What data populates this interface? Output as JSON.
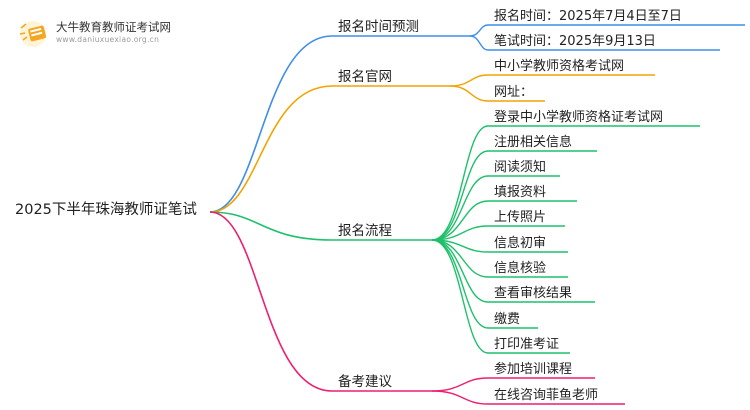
{
  "logo": {
    "title": "大牛教育教师证考试网",
    "url": "www.daniuxuexiao.org.cn",
    "icon": "book-icon"
  },
  "root": {
    "label": "2025下半年珠海教师证笔试"
  },
  "branches": [
    {
      "id": "branch-registration-time",
      "label": "报名时间预测",
      "color": "#3f8ee8",
      "children": [
        "报名时间：2025年7月4日至7日",
        "笔试时间：2025年9月13日"
      ]
    },
    {
      "id": "branch-official-site",
      "label": "报名官网",
      "color": "#f2a300",
      "children": [
        "中小学教师资格考试网",
        "网址："
      ]
    },
    {
      "id": "branch-process",
      "label": "报名流程",
      "color": "#1fc06b",
      "children": [
        "登录中小学教师资格证考试网",
        "注册相关信息",
        "阅读须知",
        "填报资料",
        "上传照片",
        "信息初审",
        "信息核验",
        "查看审核结果",
        "缴费",
        "打印准考证"
      ]
    },
    {
      "id": "branch-suggestions",
      "label": "备考建议",
      "color": "#ee1f6e",
      "children": [
        "参加培训课程",
        "在线咨询菲鱼老师"
      ]
    }
  ]
}
